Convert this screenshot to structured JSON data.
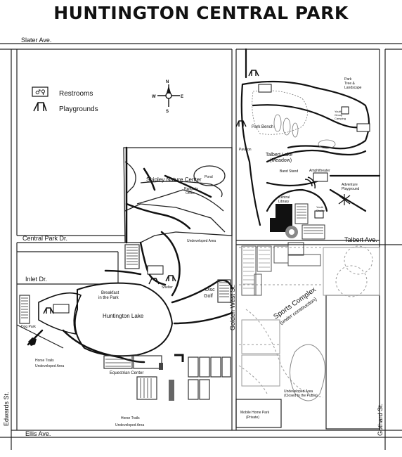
{
  "title": "HUNTINGTON CENTRAL PARK",
  "legend": {
    "restrooms": "Restrooms",
    "playgrounds": "Playgrounds"
  },
  "compass": {
    "n": "N",
    "s": "S",
    "e": "E",
    "w": "W"
  },
  "streets": {
    "slater": "Slater Ave.",
    "central_park": "Central Park Dr.",
    "inlet": "Inlet Dr.",
    "ellis": "Ellis Ave.",
    "edwards": "Edwards St.",
    "golden_west": "Golden West St.",
    "gothard": "Gothard St.",
    "talbert": "Talbert Ave."
  },
  "places": {
    "shipley": "Shipley Nature Center",
    "pond": "Pond",
    "ranger_1": "Ranger's",
    "ranger_2": "Office",
    "undeveloped": "Undeveloped Area",
    "breakfast_1": "Breakfast",
    "breakfast_2": "in the Park",
    "shelter": "Shelter",
    "huntington_lake": "Huntington Lake",
    "disc_1": "Disc",
    "disc_2": "Golf",
    "dog_park": "Dog Park",
    "horse_trails_1": "Horse Trails",
    "horse_trails_2": "Undeveloped Area",
    "equestrian": "Equestrian Center",
    "horse_trails_3": "Horse Trails",
    "horse_trails_4": "Undeveloped Area",
    "park_tree_1": "Park",
    "park_tree_2": "Tree &",
    "park_tree_3": "Landscape",
    "youth_1": "Youth",
    "youth_2": "Group",
    "youth_3": "Camping",
    "park_bench": "Park Bench",
    "talbert_lake_1": "Talbert Lake",
    "talbert_lake_2": "(Meadow)",
    "pavilion": "Pavilion",
    "band_stand": "Band Stand",
    "amphitheater": "Amphitheater",
    "adventure_1": "Adventure",
    "adventure_2": "Playground",
    "central_library_1": "Central",
    "central_library_2": "Library",
    "youth_shelter_1": "Youth",
    "youth_shelter_2": "Shelter",
    "sports_1": "Sports Complex",
    "sports_2": "(under construction)",
    "undeveloped_closed_1": "Undeveloped Area",
    "undeveloped_closed_2": "(Closed to the Public)",
    "mobile_home_1": "Mobile Home Park",
    "mobile_home_2": "(Private)"
  },
  "colors": {
    "ink": "#111111",
    "gray": "#808080",
    "light": "#bdbdbd",
    "dashed": "#9a9a9a"
  }
}
